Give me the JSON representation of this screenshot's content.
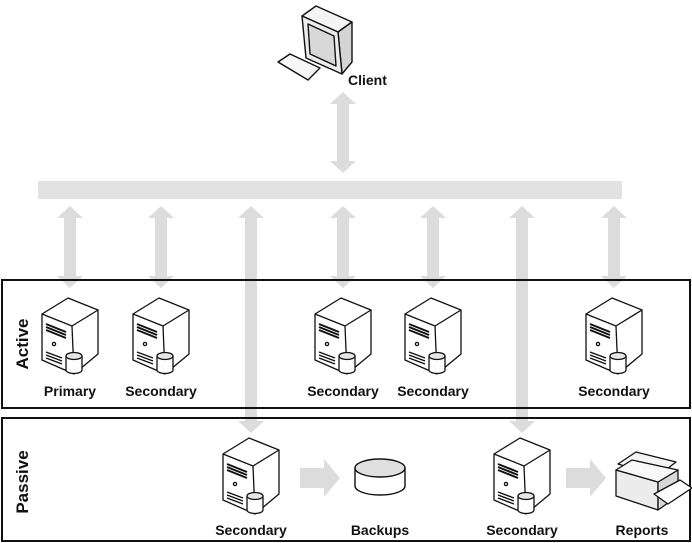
{
  "colors": {
    "bus": "#e2e2e2",
    "arrow": "#dcdcdc",
    "outline": "#111111"
  },
  "client": {
    "label": "Client",
    "icon": "desktop-computer-icon"
  },
  "zones": {
    "active": "Active",
    "passive": "Passive"
  },
  "active_nodes": [
    {
      "label": "Primary",
      "icon": "database-server-icon"
    },
    {
      "label": "Secondary",
      "icon": "database-server-icon"
    },
    {
      "label": "Secondary",
      "icon": "database-server-icon"
    },
    {
      "label": "Secondary",
      "icon": "database-server-icon"
    },
    {
      "label": "Secondary",
      "icon": "database-server-icon"
    }
  ],
  "passive_nodes": [
    {
      "label": "Secondary",
      "icon": "database-server-icon"
    },
    {
      "label": "Secondary",
      "icon": "database-server-icon"
    }
  ],
  "outputs": [
    {
      "label": "Backups",
      "icon": "disk-storage-icon"
    },
    {
      "label": "Reports",
      "icon": "printer-icon"
    }
  ]
}
